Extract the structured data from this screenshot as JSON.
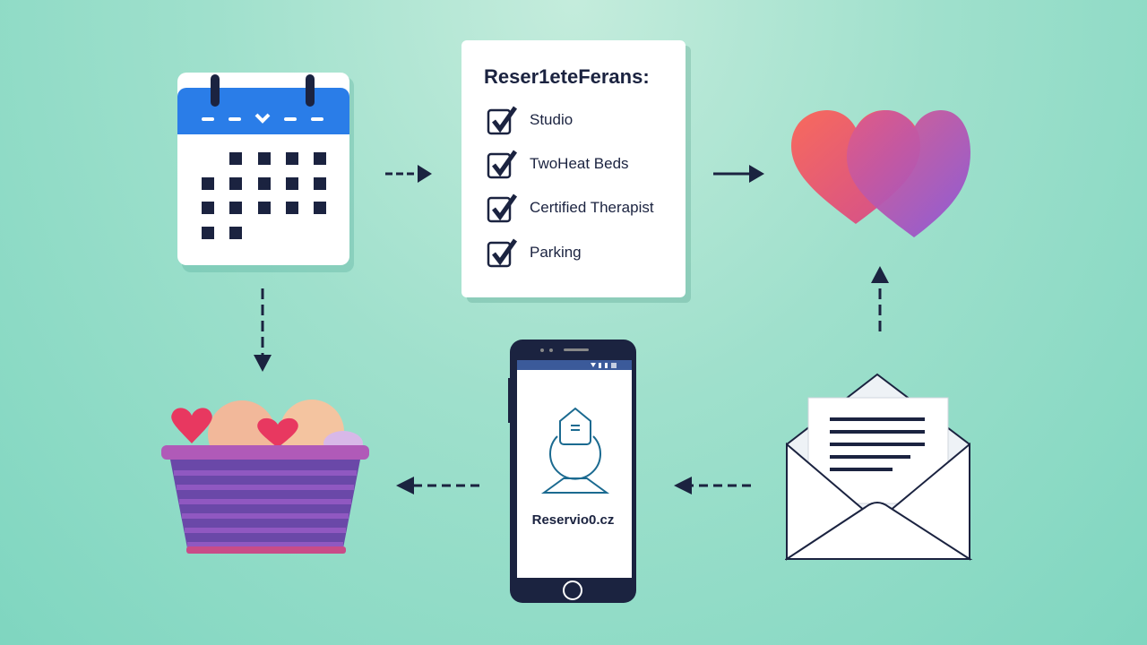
{
  "checklist": {
    "title": "Reser1eteFerans:",
    "items": [
      {
        "label": "Studio",
        "checked": true
      },
      {
        "label": "TwoHeat Beds",
        "checked": true
      },
      {
        "label": "Certified Therapist",
        "checked": true
      },
      {
        "label": "Parking",
        "checked": true
      }
    ]
  },
  "phone": {
    "app_name": "Reservio0.cz"
  },
  "colors": {
    "navy": "#1b2340",
    "calendar_blue": "#2a7de8",
    "heart_left": "#f4606a",
    "heart_right": "#9a55d6",
    "background": "#9fe0cc"
  }
}
